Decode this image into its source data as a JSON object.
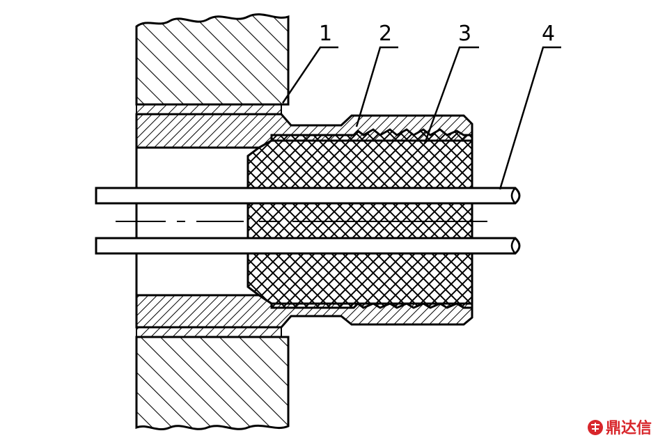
{
  "callouts": [
    "1",
    "2",
    "3",
    "4"
  ],
  "watermark": {
    "text": "鼎达信",
    "color": "#d8262b"
  },
  "colors": {
    "line": "#000000",
    "background": "#ffffff",
    "watermark": "#d8262b"
  }
}
